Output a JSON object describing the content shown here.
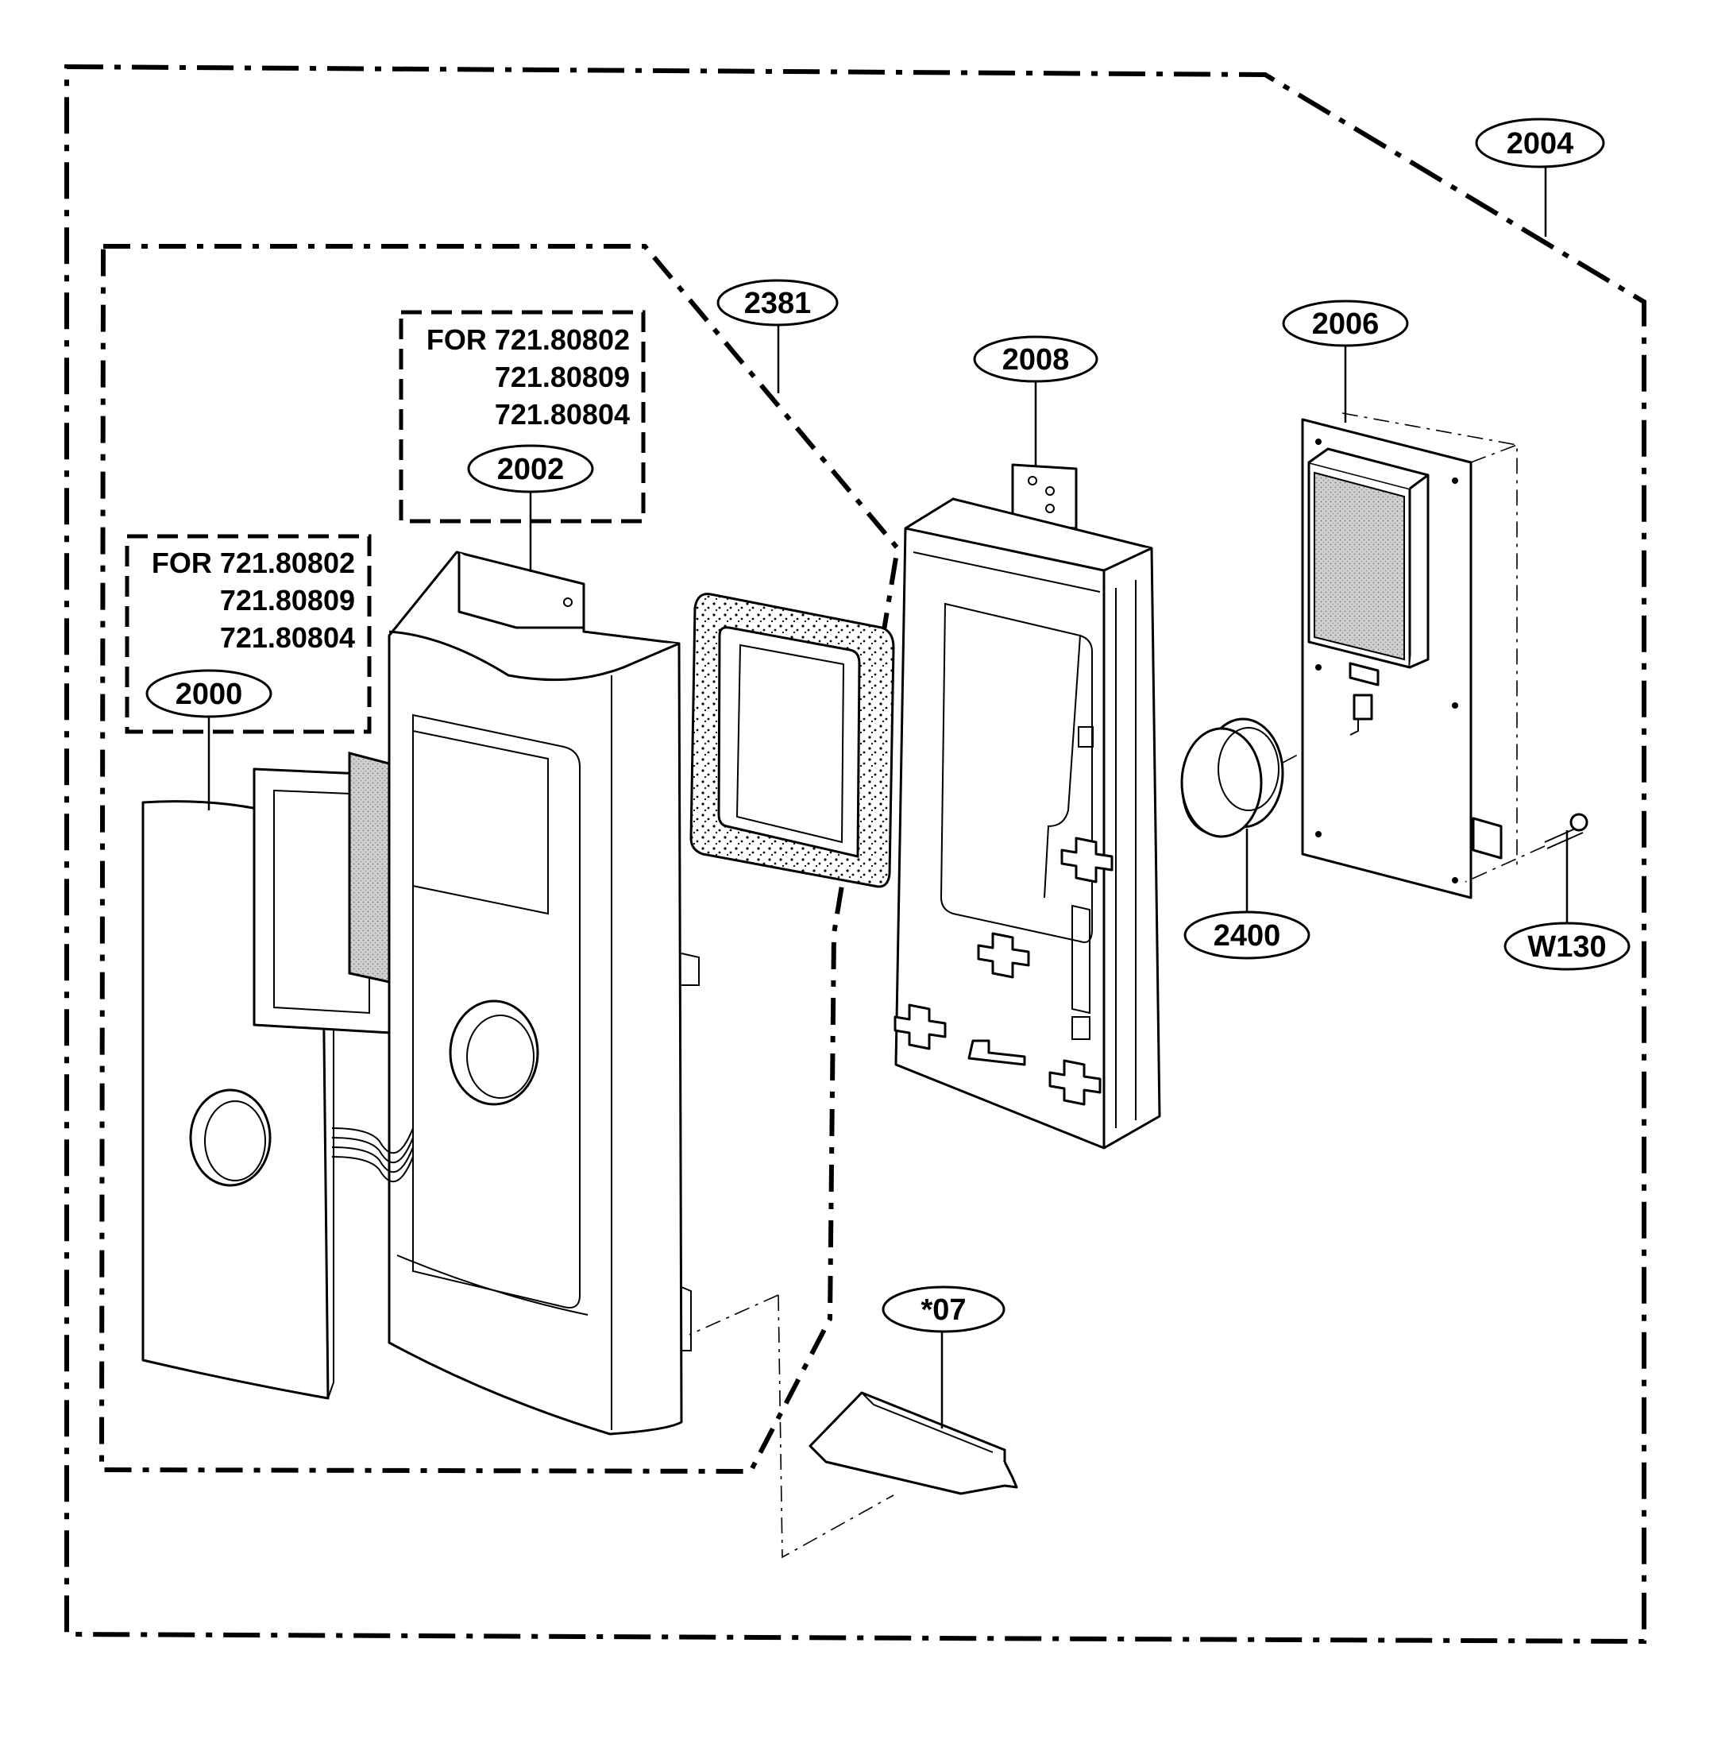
{
  "callouts": {
    "c2004": "2004",
    "c2381": "2381",
    "c2008": "2008",
    "c2006": "2006",
    "c2002": "2002",
    "c2000": "2000",
    "c2400": "2400",
    "cW130": "W130",
    "c07": "*07"
  },
  "notes": {
    "upper": {
      "line1": "FOR 721.80802",
      "line2": "721.80809",
      "line3": "721.80804"
    },
    "lower": {
      "line1": "FOR 721.80802",
      "line2": "721.80809",
      "line3": "721.80804"
    }
  }
}
